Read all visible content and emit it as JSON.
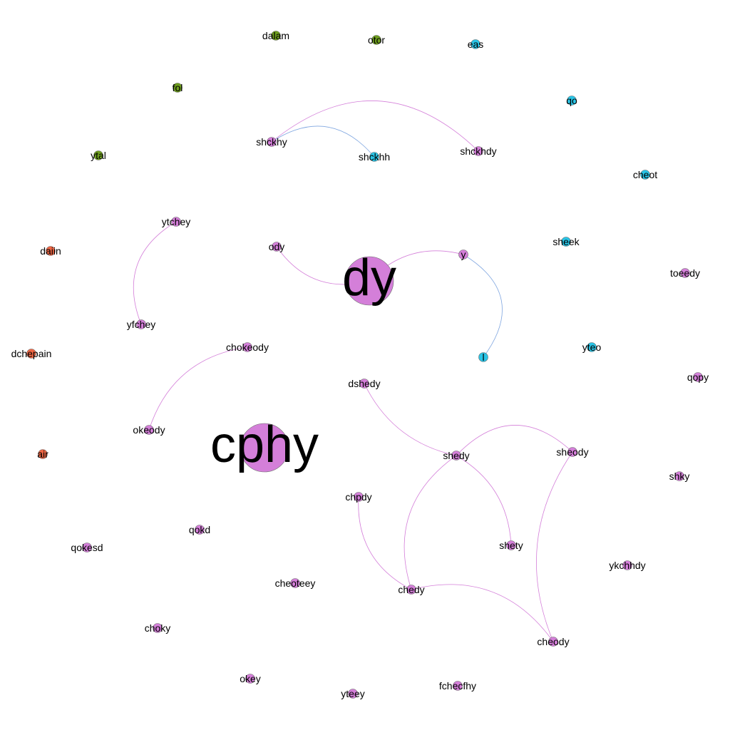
{
  "colors": {
    "purple": "#d47fd9",
    "teal": "#29c4e6",
    "green": "#6e9e1e",
    "orange": "#ee6644",
    "edge_purple": "#d47fd9",
    "edge_blue": "#7fa6e0"
  },
  "nodes": [
    {
      "id": "dy",
      "label": "dy",
      "group": "purple",
      "size": "xl"
    },
    {
      "id": "cphy",
      "label": "cphy",
      "group": "purple",
      "size": "xl"
    },
    {
      "id": "dalam",
      "label": "dalam",
      "group": "green"
    },
    {
      "id": "otor",
      "label": "otor",
      "group": "green"
    },
    {
      "id": "eas",
      "label": "eas",
      "group": "teal"
    },
    {
      "id": "fol",
      "label": "fol",
      "group": "green"
    },
    {
      "id": "qo",
      "label": "qo",
      "group": "teal"
    },
    {
      "id": "ytal",
      "label": "ytal",
      "group": "green"
    },
    {
      "id": "shckhy",
      "label": "shckhy",
      "group": "purple"
    },
    {
      "id": "shckhh",
      "label": "shckhh",
      "group": "teal"
    },
    {
      "id": "shckhdy",
      "label": "shckhdy",
      "group": "purple"
    },
    {
      "id": "cheot",
      "label": "cheot",
      "group": "teal"
    },
    {
      "id": "ytchey",
      "label": "ytchey",
      "group": "purple"
    },
    {
      "id": "sheek",
      "label": "sheek",
      "group": "teal"
    },
    {
      "id": "daiin",
      "label": "daiin",
      "group": "orange"
    },
    {
      "id": "ody",
      "label": "ody",
      "group": "purple"
    },
    {
      "id": "y",
      "label": "y",
      "group": "purple"
    },
    {
      "id": "toeedy",
      "label": "toeedy",
      "group": "purple"
    },
    {
      "id": "yfchey",
      "label": "yfchey",
      "group": "purple"
    },
    {
      "id": "dchepain",
      "label": "dchepain",
      "group": "orange"
    },
    {
      "id": "chokeody",
      "label": "chokeody",
      "group": "purple"
    },
    {
      "id": "l",
      "label": "l",
      "group": "teal"
    },
    {
      "id": "yteo",
      "label": "yteo",
      "group": "teal"
    },
    {
      "id": "qopy",
      "label": "qopy",
      "group": "purple"
    },
    {
      "id": "dshedy",
      "label": "dshedy",
      "group": "purple"
    },
    {
      "id": "okeody",
      "label": "okeody",
      "group": "purple"
    },
    {
      "id": "air",
      "label": "air",
      "group": "orange"
    },
    {
      "id": "shedy",
      "label": "shedy",
      "group": "purple"
    },
    {
      "id": "sheody",
      "label": "sheody",
      "group": "purple"
    },
    {
      "id": "shky",
      "label": "shky",
      "group": "purple"
    },
    {
      "id": "chpdy",
      "label": "chpdy",
      "group": "purple"
    },
    {
      "id": "qokd",
      "label": "qokd",
      "group": "purple"
    },
    {
      "id": "shety",
      "label": "shety",
      "group": "purple"
    },
    {
      "id": "qokesd",
      "label": "qokesd",
      "group": "purple"
    },
    {
      "id": "ykchhdy",
      "label": "ykchhdy",
      "group": "purple"
    },
    {
      "id": "cheoteey",
      "label": "cheoteey",
      "group": "purple"
    },
    {
      "id": "chedy",
      "label": "chedy",
      "group": "purple"
    },
    {
      "id": "choky",
      "label": "choky",
      "group": "purple"
    },
    {
      "id": "cheody",
      "label": "cheody",
      "group": "purple"
    },
    {
      "id": "okey",
      "label": "okey",
      "group": "purple"
    },
    {
      "id": "fchecfhy",
      "label": "fchecfhy",
      "group": "purple"
    },
    {
      "id": "yteey",
      "label": "yteey",
      "group": "purple"
    }
  ],
  "edges": [
    {
      "source": "shckhy",
      "target": "shckhdy",
      "color": "purple"
    },
    {
      "source": "shckhy",
      "target": "shckhh",
      "color": "blue"
    },
    {
      "source": "ytchey",
      "target": "yfchey",
      "color": "purple"
    },
    {
      "source": "ody",
      "target": "dy",
      "color": "purple"
    },
    {
      "source": "dy",
      "target": "y",
      "color": "purple"
    },
    {
      "source": "y",
      "target": "l",
      "color": "blue"
    },
    {
      "source": "chokeody",
      "target": "okeody",
      "color": "purple"
    },
    {
      "source": "dshedy",
      "target": "shedy",
      "color": "purple"
    },
    {
      "source": "shedy",
      "target": "sheody",
      "color": "purple"
    },
    {
      "source": "shedy",
      "target": "shety",
      "color": "purple"
    },
    {
      "source": "shedy",
      "target": "chedy",
      "color": "purple"
    },
    {
      "source": "sheody",
      "target": "cheody",
      "color": "purple"
    },
    {
      "source": "chpdy",
      "target": "chedy",
      "color": "purple"
    },
    {
      "source": "chedy",
      "target": "cheody",
      "color": "purple"
    }
  ]
}
